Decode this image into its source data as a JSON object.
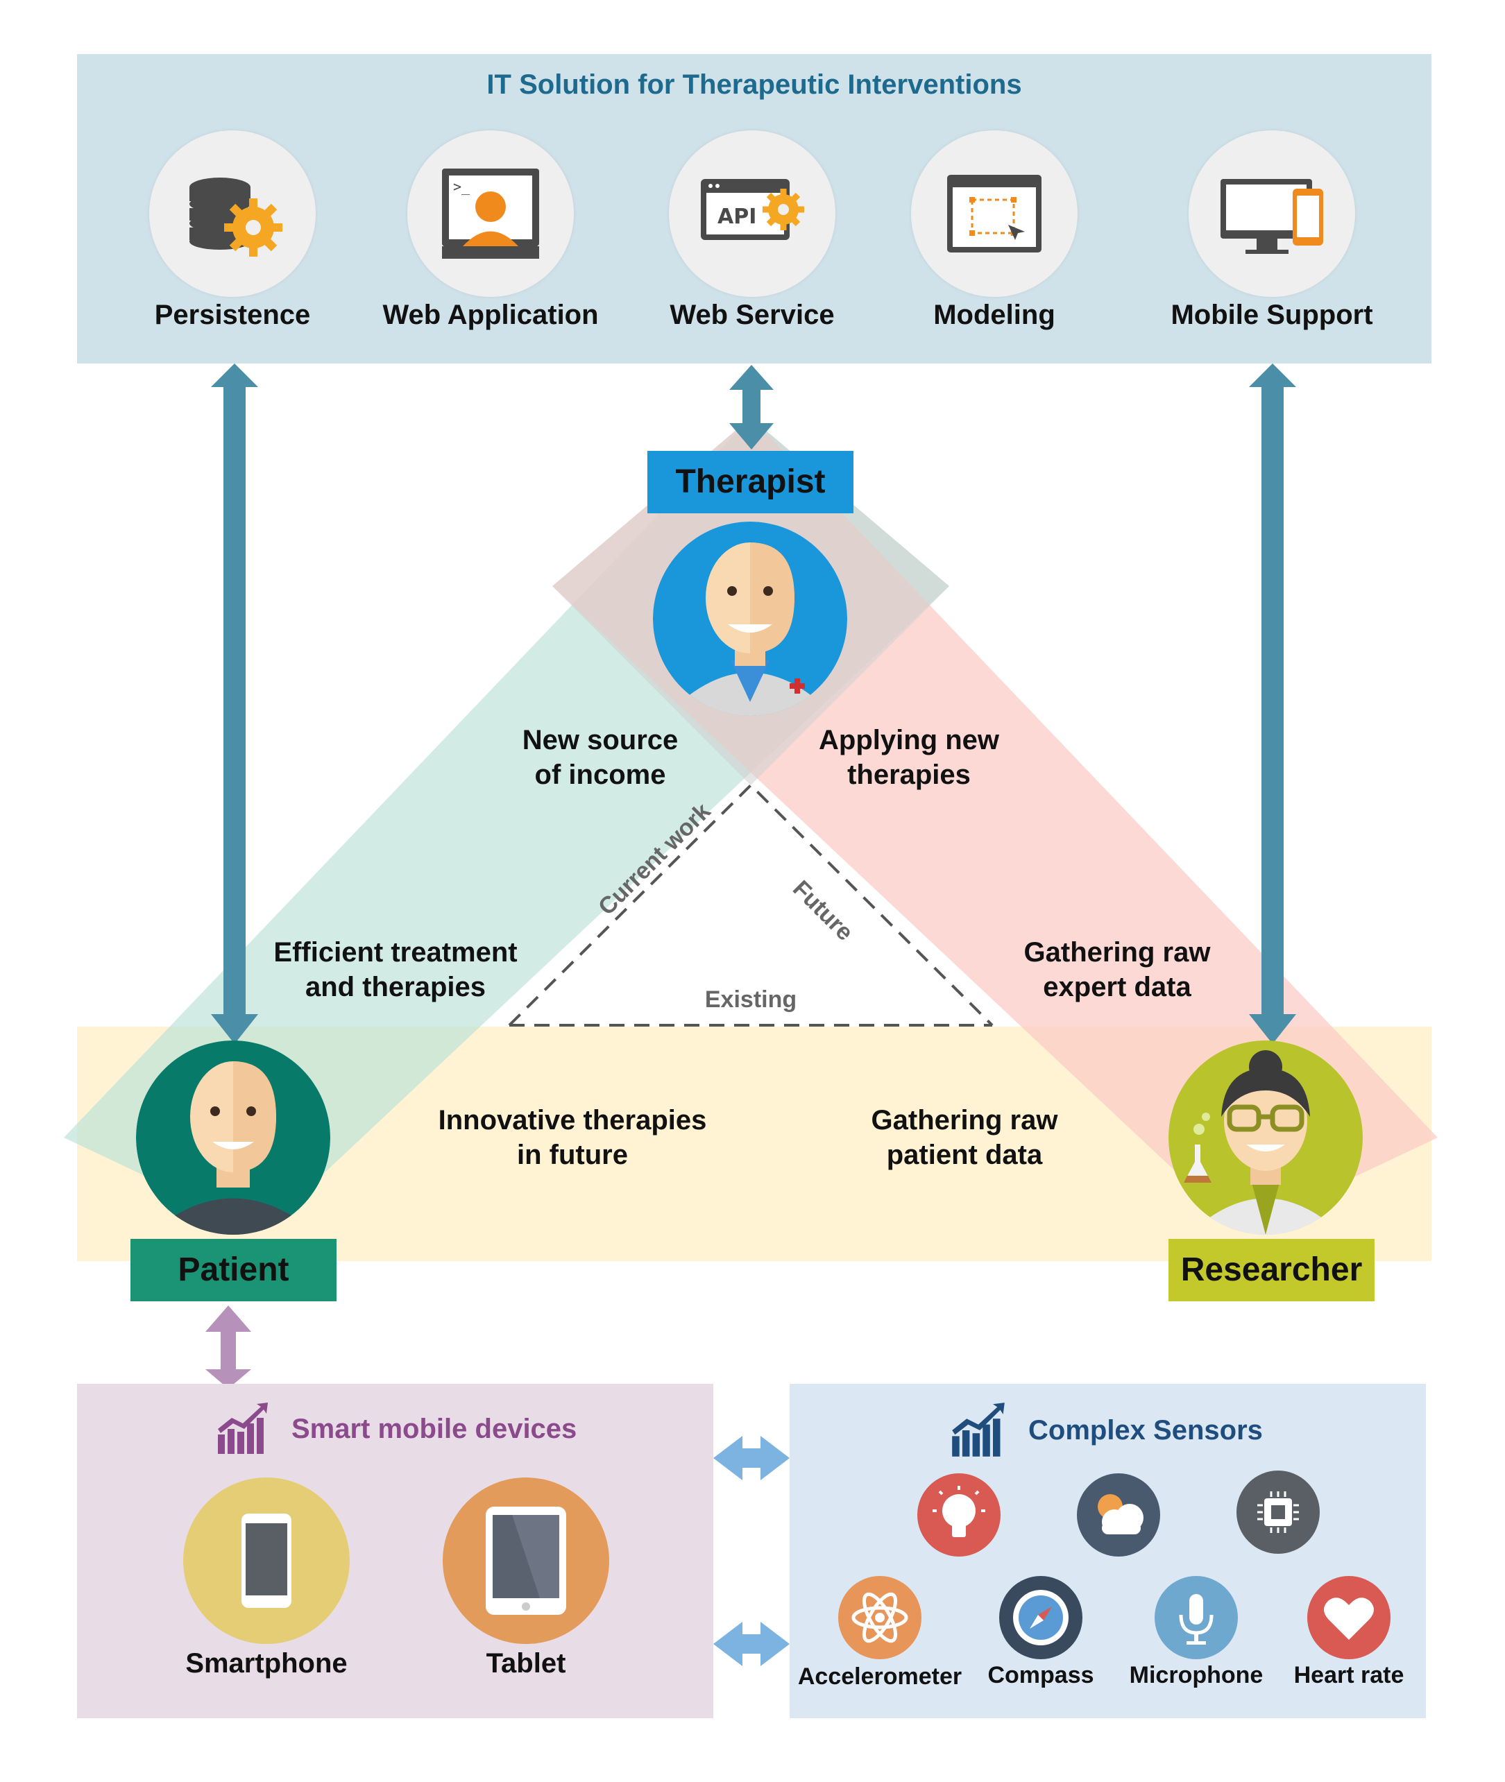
{
  "header": {
    "title": "IT Solution for Therapeutic Interventions"
  },
  "it_components": [
    {
      "label": "Persistence",
      "icon": "database-gear-icon"
    },
    {
      "label": "Web Application",
      "icon": "web-user-icon"
    },
    {
      "label": "Web Service",
      "icon": "api-gear-icon"
    },
    {
      "label": "Modeling",
      "icon": "modeling-window-icon"
    },
    {
      "label": "Mobile Support",
      "icon": "desktop-phone-icon"
    }
  ],
  "roles": {
    "therapist": "Therapist",
    "patient": "Patient",
    "researcher": "Researcher"
  },
  "relations": {
    "therapist_patient": [
      "New source",
      "of income"
    ],
    "therapist_researcher": [
      "Applying new",
      "therapies"
    ],
    "patient_therapist": [
      "Efficient treatment",
      "and therapies"
    ],
    "researcher_therapist": [
      "Gathering raw",
      "expert data"
    ],
    "patient_researcher": [
      "Innovative therapies",
      "in future"
    ],
    "researcher_patient": [
      "Gathering raw",
      "patient data"
    ]
  },
  "triangle": {
    "left": "Current work",
    "right": "Future",
    "bottom": "Existing"
  },
  "smart_devices": {
    "title": "Smart mobile devices",
    "items": [
      {
        "label": "Smartphone",
        "icon": "smartphone-icon"
      },
      {
        "label": "Tablet",
        "icon": "tablet-icon"
      }
    ]
  },
  "sensors": {
    "title": "Complex Sensors",
    "top_icons": [
      "light-bulb-icon",
      "weather-cloud-icon",
      "chip-icon"
    ],
    "items": [
      {
        "label": "Accelerometer",
        "icon": "atom-icon"
      },
      {
        "label": "Compass",
        "icon": "compass-icon"
      },
      {
        "label": "Microphone",
        "icon": "microphone-icon"
      },
      {
        "label": "Heart rate",
        "icon": "heart-icon"
      }
    ]
  },
  "colors": {
    "header_bg": "#d0e2e9",
    "header_title": "#1d6a8e",
    "arrow_blue": "#4a8ea8",
    "therapist": "#1a96db",
    "patient": "#1b9476",
    "researcher": "#c3c92a",
    "green_band": "#cde8e1",
    "red_band": "#fcd8d4",
    "yellow_band": "#fff3d4",
    "devices_bg": "#e8dde6",
    "devices_title": "#8a4a8c",
    "sensors_bg": "#dbe8f4",
    "sensors_title": "#1f4d7d"
  }
}
